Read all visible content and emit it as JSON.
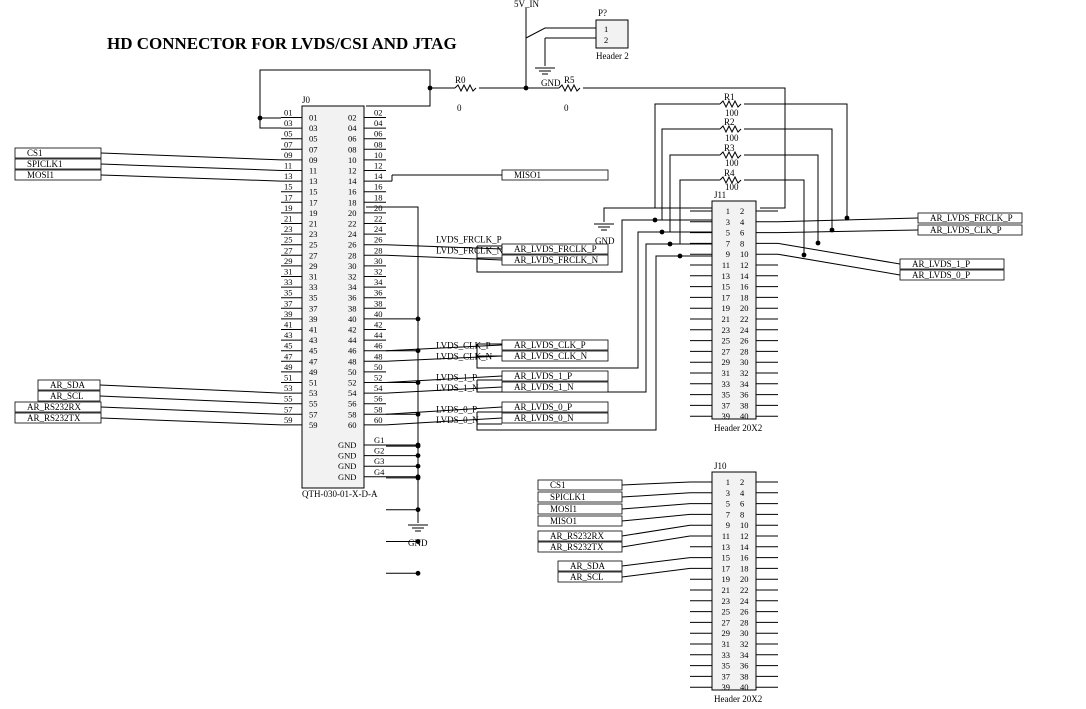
{
  "title": "HD CONNECTOR FOR LVDS/CSI AND JTAG",
  "power": {
    "net": "5V_IN",
    "gnd_labels": [
      "GND",
      "GND",
      "GND"
    ]
  },
  "header_p": {
    "ref": "P?",
    "name": "Header 2",
    "pins": [
      "1",
      "2"
    ]
  },
  "resistors": [
    {
      "ref": "R0",
      "value": "0"
    },
    {
      "ref": "R5",
      "value": "0"
    },
    {
      "ref": "R1",
      "value": "100"
    },
    {
      "ref": "R2",
      "value": "100"
    },
    {
      "ref": "R3",
      "value": "100"
    },
    {
      "ref": "R4",
      "value": "100"
    }
  ],
  "j0": {
    "ref": "J0",
    "part": "QTH-030-01-X-D-A",
    "left_numbers": [
      "01",
      "03",
      "05",
      "07",
      "09",
      "11",
      "13",
      "15",
      "17",
      "19",
      "21",
      "23",
      "25",
      "27",
      "29",
      "31",
      "33",
      "35",
      "37",
      "39",
      "41",
      "43",
      "45",
      "47",
      "49",
      "51",
      "53",
      "55",
      "57",
      "59"
    ],
    "right_numbers": [
      "02",
      "04",
      "06",
      "08",
      "10",
      "12",
      "14",
      "16",
      "18",
      "20",
      "22",
      "24",
      "26",
      "28",
      "30",
      "32",
      "34",
      "36",
      "38",
      "40",
      "42",
      "44",
      "46",
      "48",
      "50",
      "52",
      "54",
      "56",
      "58",
      "60"
    ],
    "inner_left": [
      "01",
      "03",
      "05",
      "07",
      "09",
      "11",
      "13",
      "15",
      "17",
      "19",
      "21",
      "23",
      "25",
      "27",
      "29",
      "31",
      "33",
      "35",
      "37",
      "39",
      "41",
      "43",
      "45",
      "47",
      "49",
      "51",
      "53",
      "55",
      "57",
      "59"
    ],
    "inner_right": [
      "02",
      "04",
      "06",
      "08",
      "10",
      "12",
      "14",
      "16",
      "18",
      "20",
      "22",
      "24",
      "26",
      "28",
      "30",
      "32",
      "34",
      "36",
      "38",
      "40",
      "42",
      "44",
      "46",
      "48",
      "50",
      "52",
      "54",
      "56",
      "58",
      "60"
    ],
    "gnd_pins": [
      {
        "inner": "GND",
        "outer": "G1"
      },
      {
        "inner": "GND",
        "outer": "G2"
      },
      {
        "inner": "GND",
        "outer": "G3"
      },
      {
        "inner": "GND",
        "outer": "G4"
      }
    ]
  },
  "j0_left_ports": [
    "CS1",
    "SPICLK1",
    "MOSI1",
    "AR_SDA",
    "AR_SCL",
    "AR_RS232RX",
    "AR_RS232TX"
  ],
  "j0_right_ports": [
    "MISO1",
    "AR_LVDS_FRCLK_P",
    "AR_LVDS_FRCLK_N",
    "AR_LVDS_CLK_P",
    "AR_LVDS_CLK_N",
    "AR_LVDS_1_P",
    "AR_LVDS_1_N",
    "AR_LVDS_0_P",
    "AR_LVDS_0_N"
  ],
  "diff_labels": [
    "LVDS_FRCLK_P",
    "LVDS_FRCLK_N",
    "LVDS_CLK_P",
    "LVDS_CLK_N",
    "LVDS_1_P",
    "LVDS_1_N",
    "LVDS_0_P",
    "LVDS_0_N"
  ],
  "j11": {
    "ref": "J11",
    "name": "Header 20X2",
    "left": [
      "1",
      "3",
      "5",
      "7",
      "9",
      "11",
      "13",
      "15",
      "17",
      "19",
      "21",
      "23",
      "25",
      "27",
      "29",
      "31",
      "33",
      "35",
      "37",
      "39"
    ],
    "right": [
      "2",
      "4",
      "6",
      "8",
      "10",
      "12",
      "14",
      "16",
      "18",
      "20",
      "22",
      "24",
      "26",
      "28",
      "30",
      "32",
      "34",
      "36",
      "38",
      "40"
    ]
  },
  "j11_ports": [
    "AR_LVDS_FRCLK_P",
    "AR_LVDS_CLK_P",
    "AR_LVDS_1_P",
    "AR_LVDS_0_P"
  ],
  "j10": {
    "ref": "J10",
    "name": "Header 20X2",
    "left": [
      "1",
      "3",
      "5",
      "7",
      "9",
      "11",
      "13",
      "15",
      "17",
      "19",
      "21",
      "23",
      "25",
      "27",
      "29",
      "31",
      "33",
      "35",
      "37",
      "39"
    ],
    "right": [
      "2",
      "4",
      "6",
      "8",
      "10",
      "12",
      "14",
      "16",
      "18",
      "20",
      "22",
      "24",
      "26",
      "28",
      "30",
      "32",
      "34",
      "36",
      "38",
      "40"
    ]
  },
  "j10_ports": [
    "CS1",
    "SPICLK1",
    "MOSI1",
    "MISO1",
    "AR_RS232RX",
    "AR_RS232TX",
    "AR_SDA",
    "AR_SCL"
  ]
}
